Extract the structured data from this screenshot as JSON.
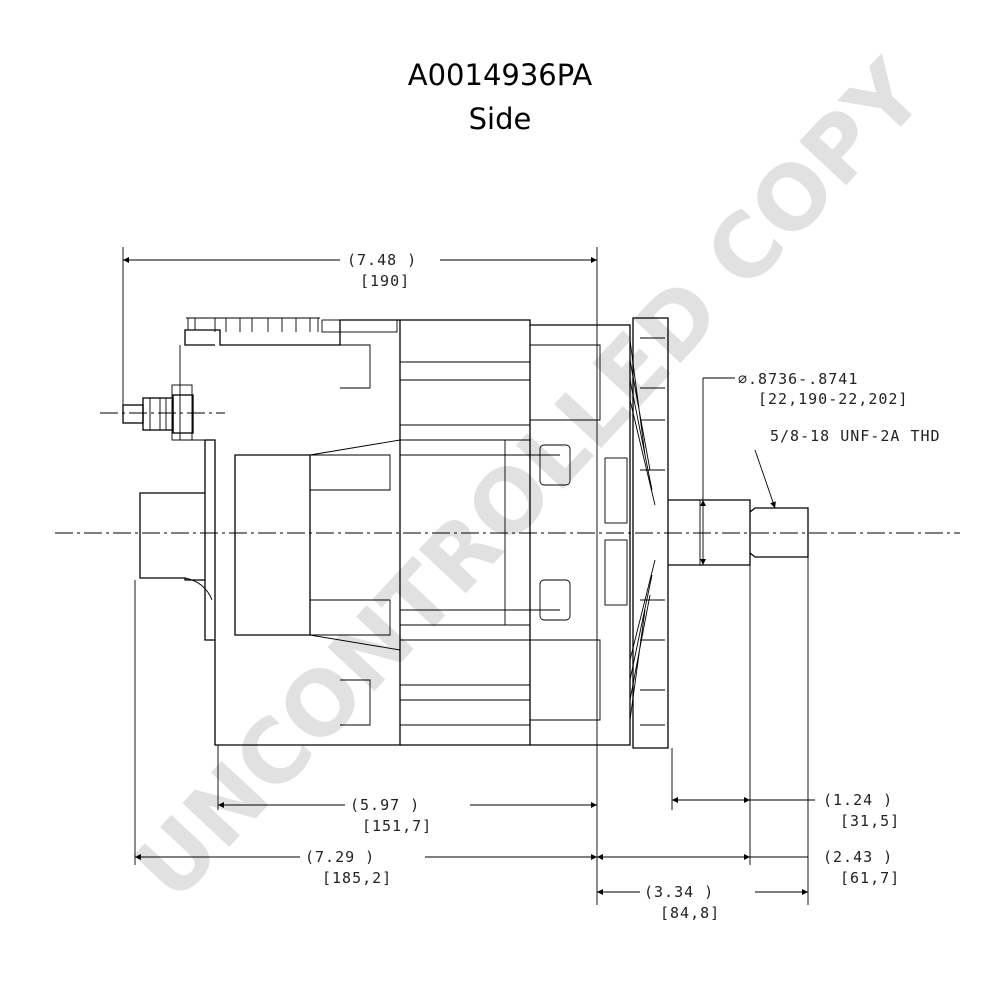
{
  "drawing": {
    "part_number": "A0014936PA",
    "view": "Side",
    "watermark": "UNCONTROLLED COPY"
  },
  "dimensions": {
    "overall": {
      "inch": "(7.48 )",
      "mm": "[190]"
    },
    "body_length": {
      "inch": "(5.97     )",
      "mm": "[151,7]"
    },
    "rear_to_flange": {
      "inch": "(7.29     )",
      "mm": "[185,2]"
    },
    "flange_to_end": {
      "inch": "(3.34     )",
      "mm": "[84,8]"
    },
    "shaft_short": {
      "inch": "(1.24     )",
      "mm": "[31,5]"
    },
    "shaft_long": {
      "inch": "(2.43     )",
      "mm": "[61,7]"
    },
    "shaft_diameter": {
      "inch": "∅.8736-.8741",
      "mm": "[22,190-22,202]"
    },
    "thread": "5/8-18 UNF-2A THD"
  }
}
